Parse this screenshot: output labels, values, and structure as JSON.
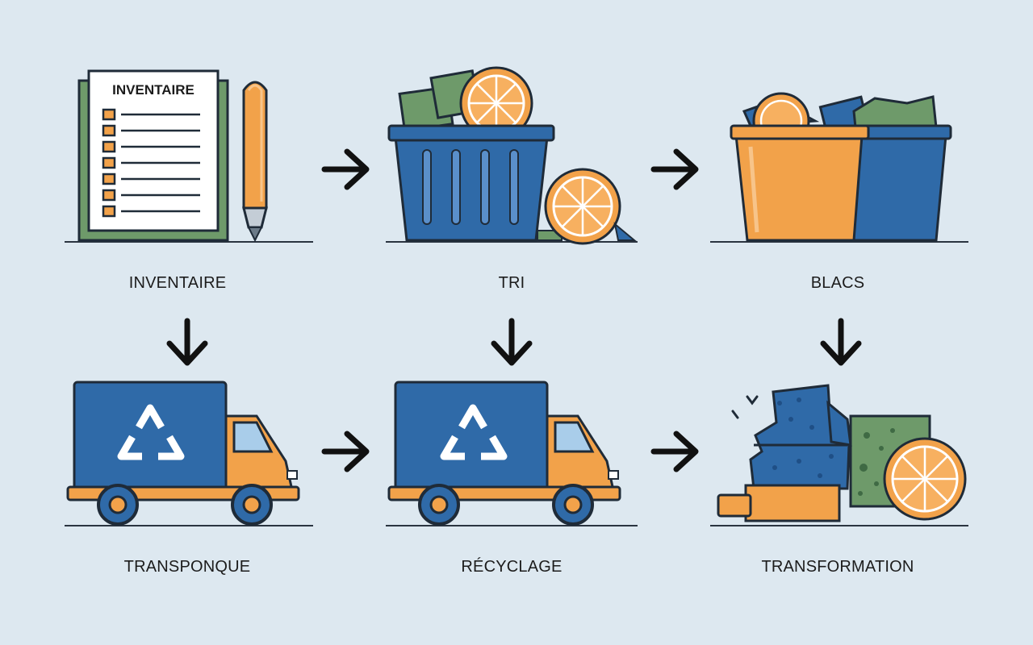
{
  "steps": [
    {
      "label": "INVENTAIRE",
      "icon": "inventory-clipboard-icon"
    },
    {
      "label": "TRI",
      "icon": "sorting-bin-icon"
    },
    {
      "label": "BLACS",
      "icon": "bins-icon"
    },
    {
      "label": "TRANSPONQUE",
      "icon": "recycling-truck-icon"
    },
    {
      "label": "RÉCYCLAGE",
      "icon": "recycling-truck-icon"
    },
    {
      "label": "TRANSFORMATION",
      "icon": "shredder-machine-icon"
    }
  ],
  "clipboard": {
    "title": "INVENTAIRE"
  },
  "colors": {
    "background": "#dde8f0",
    "blue": "#2f6aa8",
    "orange": "#f2a24a",
    "green": "#6e9a6a",
    "outline": "#1f2b38"
  }
}
